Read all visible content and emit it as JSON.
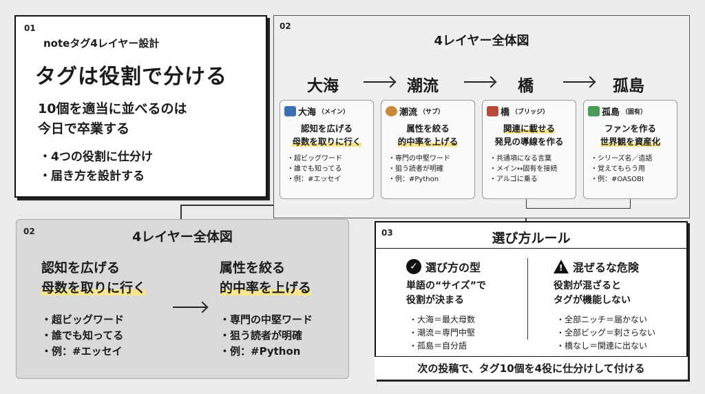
{
  "p1": {
    "num": "01",
    "sub": "noteタグ4レイヤー設計",
    "title": "タグは役割で分ける",
    "lead1": "10個を適当に並べるのは",
    "lead2": "今日で卒業する",
    "bullets": [
      "4つの役割に仕分け",
      "届き方を設計する"
    ]
  },
  "p2": {
    "num": "02",
    "heading": "4レイヤー全体図",
    "layers": [
      "大海",
      "潮流",
      "橋",
      "孤島"
    ],
    "cards": [
      {
        "name": "大海",
        "tag": "（メイン）",
        "icon": "wave-icon",
        "color": "#3b6fb6",
        "d1": "認知を広げる",
        "d2": "母数を取りに行く",
        "items": [
          "超ビッグワード",
          "誰でも知ってる",
          "例：#エッセイ"
        ]
      },
      {
        "name": "潮流",
        "tag": "（サブ）",
        "icon": "compass-icon",
        "color": "#c9873a",
        "d1": "属性を絞る",
        "d2": "的中率を上げる",
        "items": [
          "専門の中堅ワード",
          "狙う読者が明確",
          "例：#Python"
        ]
      },
      {
        "name": "橋",
        "tag": "（ブリッジ）",
        "icon": "bridge-icon",
        "color": "#b84a3a",
        "d1": "関連に載せる",
        "d2": "発見の導線を作る",
        "items": [
          "共通項になる言葉",
          "メイン↔固有を接続",
          "アルゴに乗る"
        ]
      },
      {
        "name": "孤島",
        "tag": "（固有）",
        "icon": "island-icon",
        "color": "#4a9a5a",
        "d1": "ファンを作る",
        "d2": "世界観を資産化",
        "items": [
          "シリーズ名／造語",
          "覚えてもらう用",
          "例：#OASOBI"
        ]
      }
    ]
  },
  "p3": {
    "num": "02",
    "heading": "4レイヤー全体図",
    "left": {
      "l1": "認知を広げる",
      "l2": "母数を取りに行く",
      "items": [
        "超ビッグワード",
        "誰でも知ってる",
        "例：#エッセイ"
      ]
    },
    "right": {
      "l1": "属性を絞る",
      "l2": "的中率を上げる",
      "items": [
        "専門の中堅ワード",
        "狙う読者が明確",
        "例：#Python"
      ]
    }
  },
  "p4": {
    "num": "03",
    "heading": "選び方ルール",
    "a": {
      "title": "選び方の型",
      "s1": "単語の“サイズ”で",
      "s2": "役割が決まる",
      "items": [
        "大海＝最大母数",
        "潮流＝専門中堅",
        "孤島＝自分語"
      ]
    },
    "b": {
      "title": "混ぜるな危険",
      "s1": "役割が混ざると",
      "s2": "タグが機能しない",
      "items": [
        "全部ニッチ＝届かない",
        "全部ビッグ＝刺さらない",
        "橋なし＝関連に出ない"
      ]
    },
    "footer": "次の投稿で、タグ10個を4役に仕分けして付ける"
  }
}
